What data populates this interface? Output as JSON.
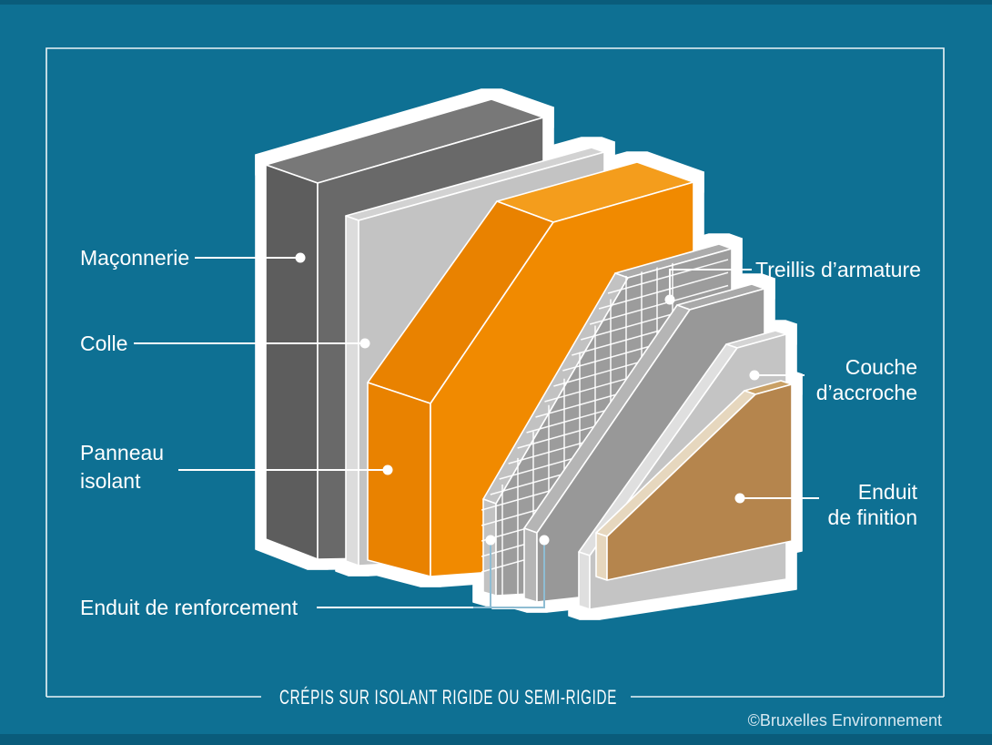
{
  "page": {
    "background_color": "#0E7093",
    "edge_strip_color": "#0A5C7B",
    "frame_color": "#FFFFFF",
    "leader_color": "#FFFFFF",
    "bracket_color": "#8FBDD3"
  },
  "title": "CRÉPIS SUR ISOLANT RIGIDE OU SEMI-RIGIDE",
  "credit": "©Bruxelles Environnement",
  "labels": {
    "maconnerie": "Maçonnerie",
    "colle": "Colle",
    "panneau_line1": "Panneau",
    "panneau_line2": "isolant",
    "enduit_renforcement": "Enduit de renforcement",
    "treillis": "Treillis d’armature",
    "couche_line1": "Couche",
    "couche_line2": "d’accroche",
    "finition_line1": "Enduit",
    "finition_line2": "de finition"
  },
  "layers": [
    {
      "id": "maconnerie",
      "label": "Maçonnerie",
      "color": "#696969"
    },
    {
      "id": "colle",
      "label": "Colle",
      "color": "#C3C3C3"
    },
    {
      "id": "panneau-isolant",
      "label": "Panneau isolant",
      "color": "#F18A02"
    },
    {
      "id": "enduit-renforcement-1",
      "label": "Enduit de renforcement",
      "color": "#9C9C9C"
    },
    {
      "id": "treillis-armature",
      "label": "Treillis d’armature",
      "color": "#FFFFFF"
    },
    {
      "id": "enduit-renforcement-2",
      "label": "Enduit de renforcement",
      "color": "#989898"
    },
    {
      "id": "couche-accroche",
      "label": "Couche d’accroche",
      "color": "#C4C4C4"
    },
    {
      "id": "enduit-finition",
      "label": "Enduit de finition",
      "color": "#B5854E"
    }
  ]
}
